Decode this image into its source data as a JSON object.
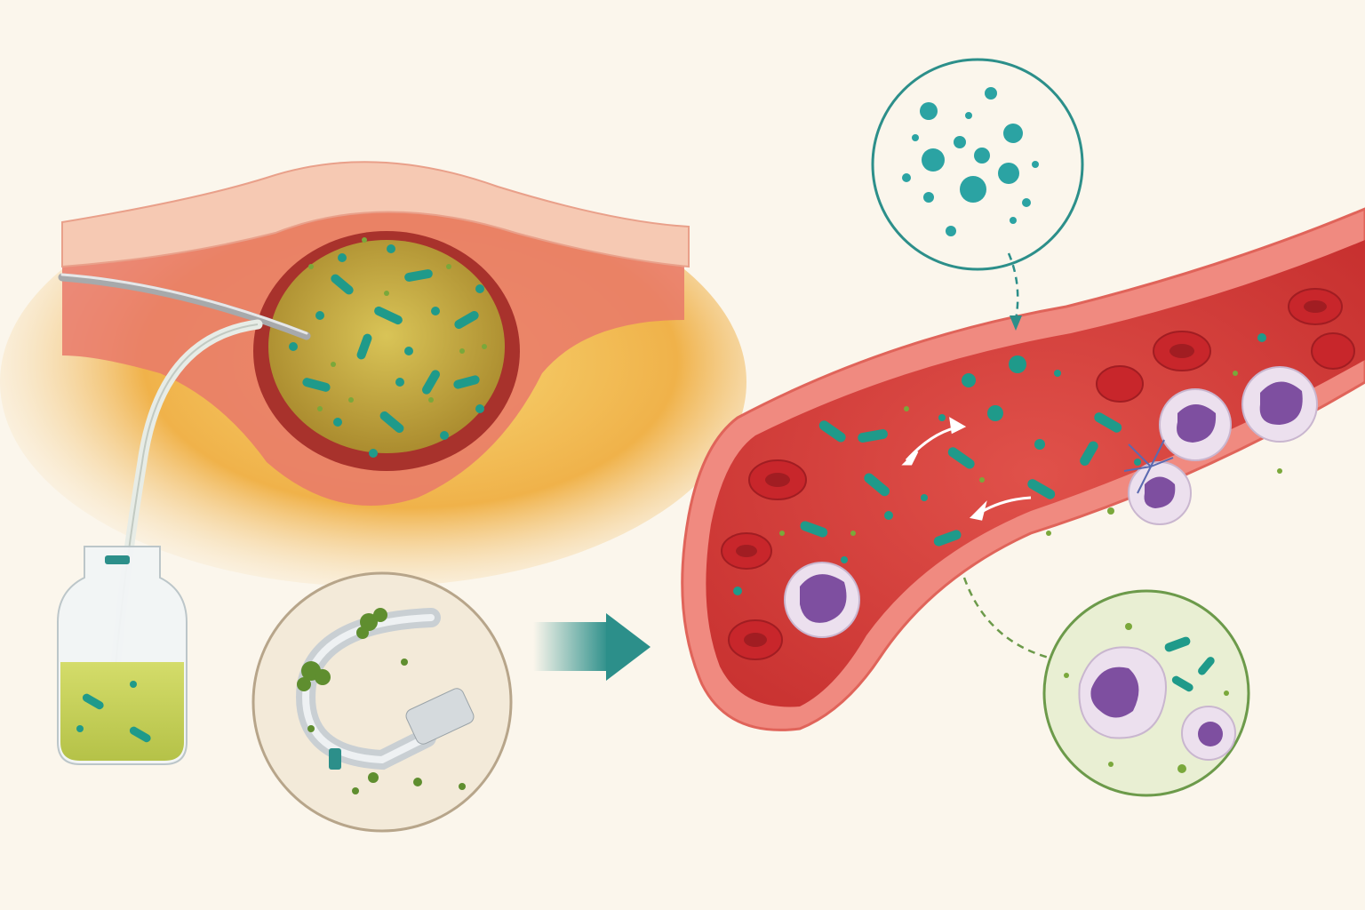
{
  "diagram": {
    "colors": {
      "background": "#fbf6ec",
      "skin_outer": "#f6c9b3",
      "skin_edge": "#e9a08a",
      "tissue_red": "#e86a5a",
      "fat_yellow": "#f3c24f",
      "abscess_pus": "#c9a93a",
      "bacteria_teal": "#1f9a8a",
      "green_particles": "#7aa83b",
      "vessel_wall": "#f08a80",
      "vessel_lumen": "#d8413d",
      "rbc": "#c8262b",
      "leukocyte_membrane": "#ece0ee",
      "leukocyte_nucleus": "#7e4fa0",
      "arrow_teal": "#2c8f8a",
      "inset_teal_border": "#2c8f8a",
      "inset_green_border": "#6c9a4a",
      "inset_tan_border": "#b7a58a",
      "drainage_fluid": "#c8d35a"
    },
    "panels": [
      {
        "id": "abscess-with-drain",
        "icon": "abscess-icon"
      },
      {
        "id": "drainage-bottle",
        "icon": "bottle-icon"
      },
      {
        "id": "contaminated-catheter-inset",
        "icon": "catheter-icon"
      },
      {
        "id": "progression-arrow",
        "icon": "arrow-right-icon"
      },
      {
        "id": "blood-vessel-bacteremia",
        "icon": "blood-vessel-icon"
      },
      {
        "id": "circulating-particles-inset",
        "icon": "particles-icon"
      },
      {
        "id": "phagocytosis-inset",
        "icon": "phagocyte-icon"
      }
    ]
  }
}
